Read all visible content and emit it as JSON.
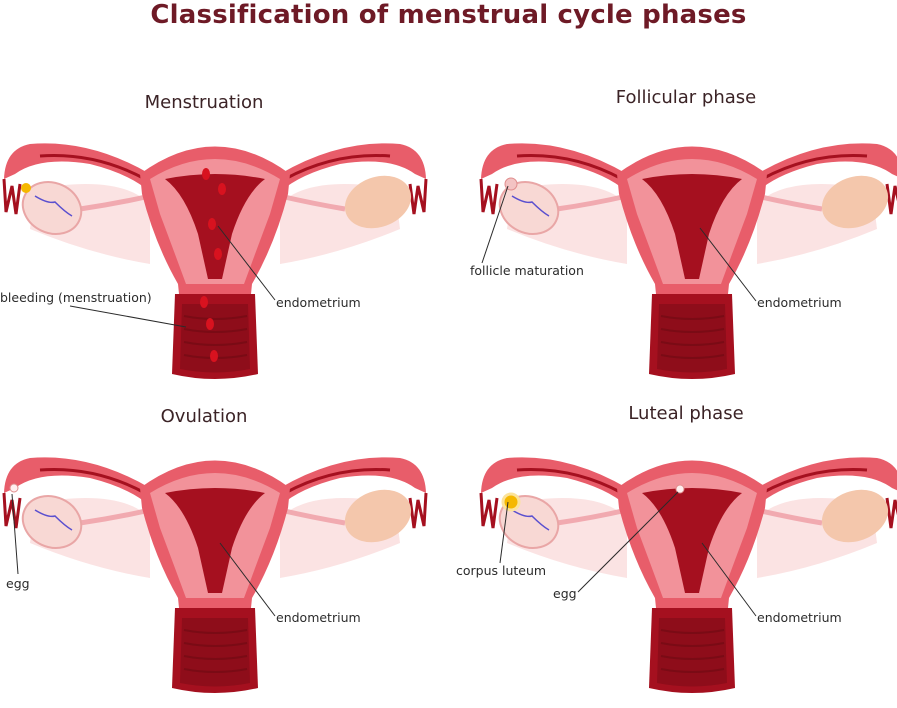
{
  "title": "Classification of menstrual cycle phases",
  "colors": {
    "title": "#6e1a26",
    "uterus_body": "#e85d6a",
    "uterus_inner": "#f2929a",
    "endometrium_dark": "#a5101f",
    "tube": "#f1aab0",
    "ligament": "#fbe3e3",
    "ovary_right": "#f4c7ac",
    "blood": "#d8121f",
    "corpus_luteum": "#f5b800"
  },
  "panels": [
    {
      "phase_title": "Menstruation",
      "labels": {
        "a": "bleeding (menstruation)",
        "b": "endometrium"
      }
    },
    {
      "phase_title": "Follicular phase",
      "labels": {
        "a": "follicle maturation",
        "b": "endometrium"
      }
    },
    {
      "phase_title": "Ovulation",
      "labels": {
        "a": "egg",
        "b": "endometrium"
      }
    },
    {
      "phase_title": "Luteal phase",
      "labels": {
        "a": "corpus luteum",
        "b": "egg",
        "c": "endometrium"
      }
    }
  ]
}
